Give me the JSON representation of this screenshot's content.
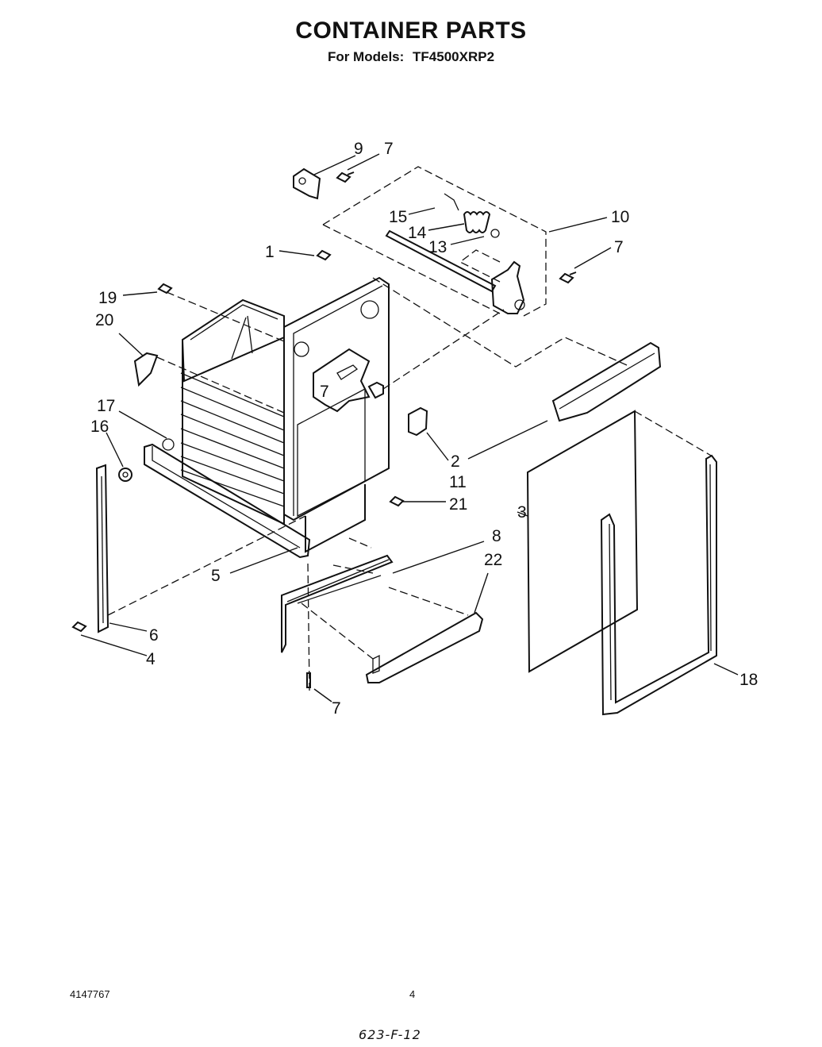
{
  "header": {
    "title": "CONTAINER PARTS",
    "models_label": "For Models:",
    "model": "TF4500XRP2"
  },
  "callouts": [
    "9",
    "7",
    "15",
    "14",
    "13",
    "10",
    "1",
    "7",
    "19",
    "20",
    "7",
    "17",
    "16",
    "2",
    "11",
    "21",
    "3",
    "8",
    "22",
    "5",
    "6",
    "4",
    "7",
    "18"
  ],
  "footer": {
    "doc_number": "4147767",
    "page": "4",
    "handwritten": "623-F-12"
  }
}
